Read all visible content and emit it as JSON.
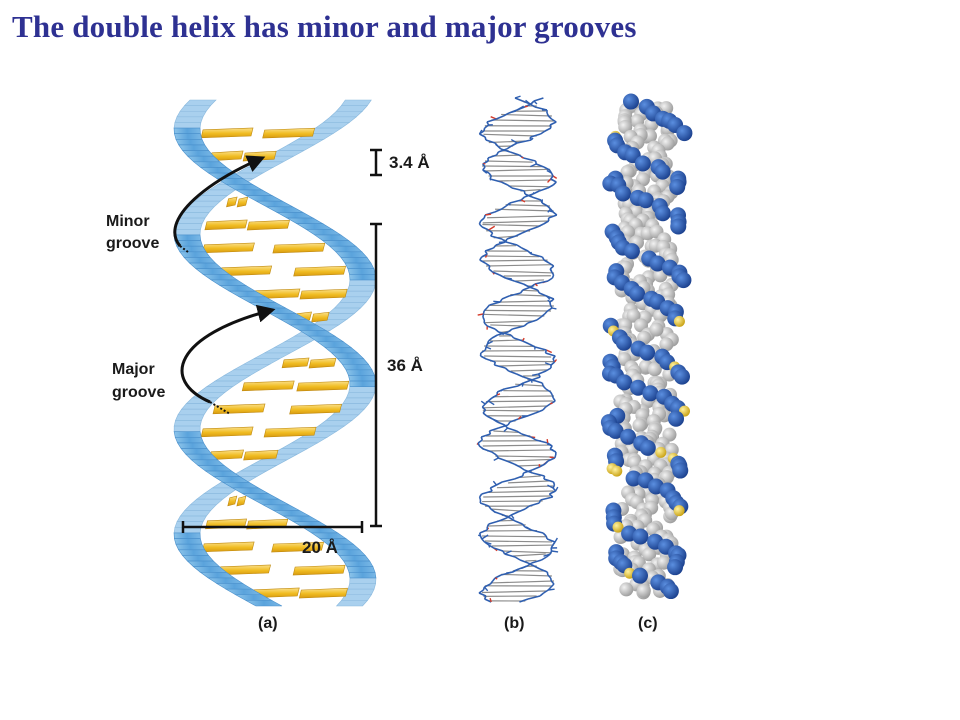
{
  "title": "The double helix has minor and major grooves",
  "labels": {
    "minor_groove_line1": "Minor",
    "minor_groove_line2": "groove",
    "major_groove_line1": "Major",
    "major_groove_line2": "groove",
    "rise": "3.4 Å",
    "pitch": "36 Å",
    "diameter": "20 Å",
    "panel_a": "(a)",
    "panel_b": "(b)",
    "panel_c": "(c)"
  },
  "colors": {
    "title": "#2e3192",
    "backbone_ribbon": "#6cb0e0",
    "base_pair": "#f2c230",
    "stick_model_blue": "#2f5fb0",
    "stick_model_gray": "#8c8c8c",
    "spacefill_blue": "#1f4fa6",
    "spacefill_gray": "#c9c9c9",
    "spacefill_yellow": "#e8c830"
  }
}
